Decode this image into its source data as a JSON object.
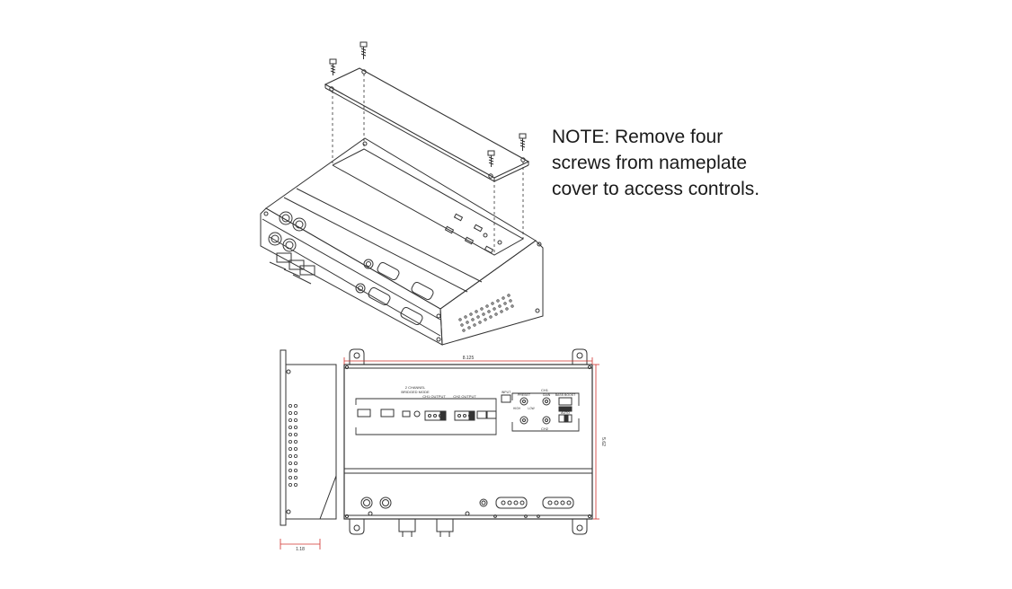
{
  "note": {
    "lines": [
      "NOTE: Remove four",
      "screws from nameplate",
      "cover to access controls."
    ]
  },
  "dimensions": {
    "width_label": "8.125",
    "height_label": "5.62",
    "depth_label": "1.18"
  },
  "panel_labels": {
    "mode_line1": "2 CHANNEL",
    "mode_line2": "BRIDGED MODE",
    "ch1_output": "CH1 OUTPUT",
    "ch2_output": "CH2 OUTPUT",
    "ch1": "CH1",
    "ch2": "CH2",
    "preset": "PRESET",
    "gain": "GAIN",
    "input": "INPUT",
    "high": "HIGH",
    "low": "LOW",
    "auto": "AUTO",
    "bass_boost": "BASS BOOST"
  },
  "colors": {
    "line": "#333333",
    "dimension": "#d0302c"
  }
}
